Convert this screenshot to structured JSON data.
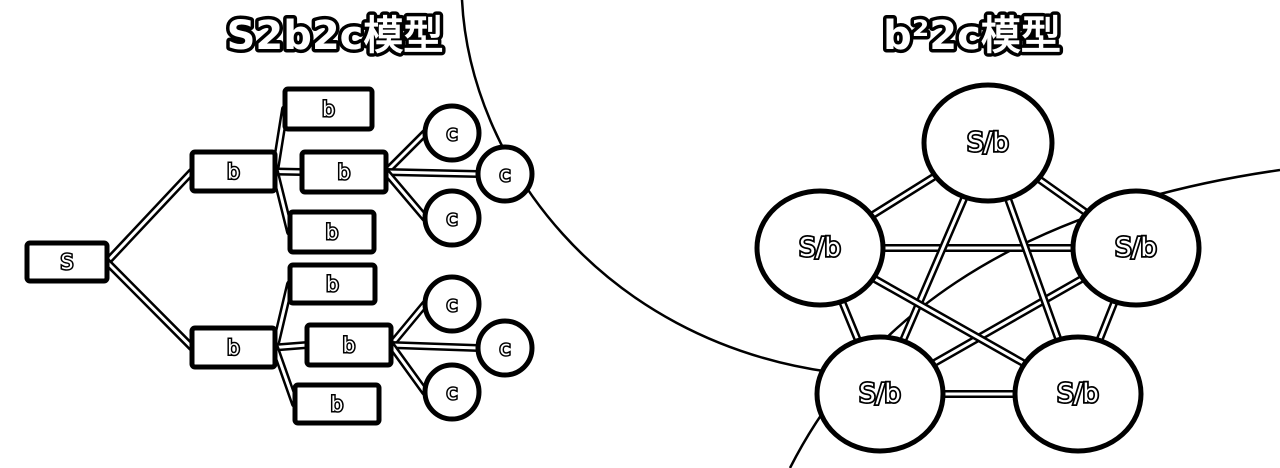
{
  "left_diagram": {
    "title": "S2b2c模型",
    "nodes": [
      {
        "id": "s",
        "label": "S",
        "shape": "box"
      },
      {
        "id": "b1",
        "label": "b",
        "shape": "box"
      },
      {
        "id": "b2",
        "label": "b",
        "shape": "box"
      },
      {
        "id": "b1a",
        "label": "b",
        "shape": "box"
      },
      {
        "id": "b1b",
        "label": "b",
        "shape": "box"
      },
      {
        "id": "b1c",
        "label": "b",
        "shape": "box"
      },
      {
        "id": "b2a",
        "label": "b",
        "shape": "box"
      },
      {
        "id": "b2b",
        "label": "b",
        "shape": "box"
      },
      {
        "id": "b2c",
        "label": "b",
        "shape": "box"
      },
      {
        "id": "c1",
        "label": "c",
        "shape": "circle"
      },
      {
        "id": "c2",
        "label": "c",
        "shape": "circle"
      },
      {
        "id": "c3",
        "label": "c",
        "shape": "circle"
      },
      {
        "id": "c4",
        "label": "c",
        "shape": "circle"
      },
      {
        "id": "c5",
        "label": "c",
        "shape": "circle"
      },
      {
        "id": "c6",
        "label": "c",
        "shape": "circle"
      }
    ],
    "edges": [
      [
        "s",
        "b1"
      ],
      [
        "s",
        "b2"
      ],
      [
        "b1",
        "b1a"
      ],
      [
        "b1",
        "b1b"
      ],
      [
        "b1",
        "b1c"
      ],
      [
        "b2",
        "b2a"
      ],
      [
        "b2",
        "b2b"
      ],
      [
        "b2",
        "b2c"
      ],
      [
        "b1b",
        "c1"
      ],
      [
        "b1b",
        "c2"
      ],
      [
        "b1b",
        "c3"
      ],
      [
        "b2b",
        "c4"
      ],
      [
        "b2b",
        "c5"
      ],
      [
        "b2b",
        "c6"
      ]
    ]
  },
  "right_diagram": {
    "title": "b²2c模型",
    "nodes": [
      {
        "id": "p1",
        "label": "S/b"
      },
      {
        "id": "p2",
        "label": "S/b"
      },
      {
        "id": "p3",
        "label": "S/b"
      },
      {
        "id": "p4",
        "label": "S/b"
      },
      {
        "id": "p5",
        "label": "S/b"
      }
    ],
    "edges": [
      [
        "p1",
        "p2"
      ],
      [
        "p2",
        "p3"
      ],
      [
        "p3",
        "p4"
      ],
      [
        "p4",
        "p5"
      ],
      [
        "p5",
        "p1"
      ],
      [
        "p1",
        "p3"
      ],
      [
        "p1",
        "p4"
      ],
      [
        "p2",
        "p4"
      ],
      [
        "p2",
        "p5"
      ],
      [
        "p3",
        "p5"
      ]
    ]
  }
}
